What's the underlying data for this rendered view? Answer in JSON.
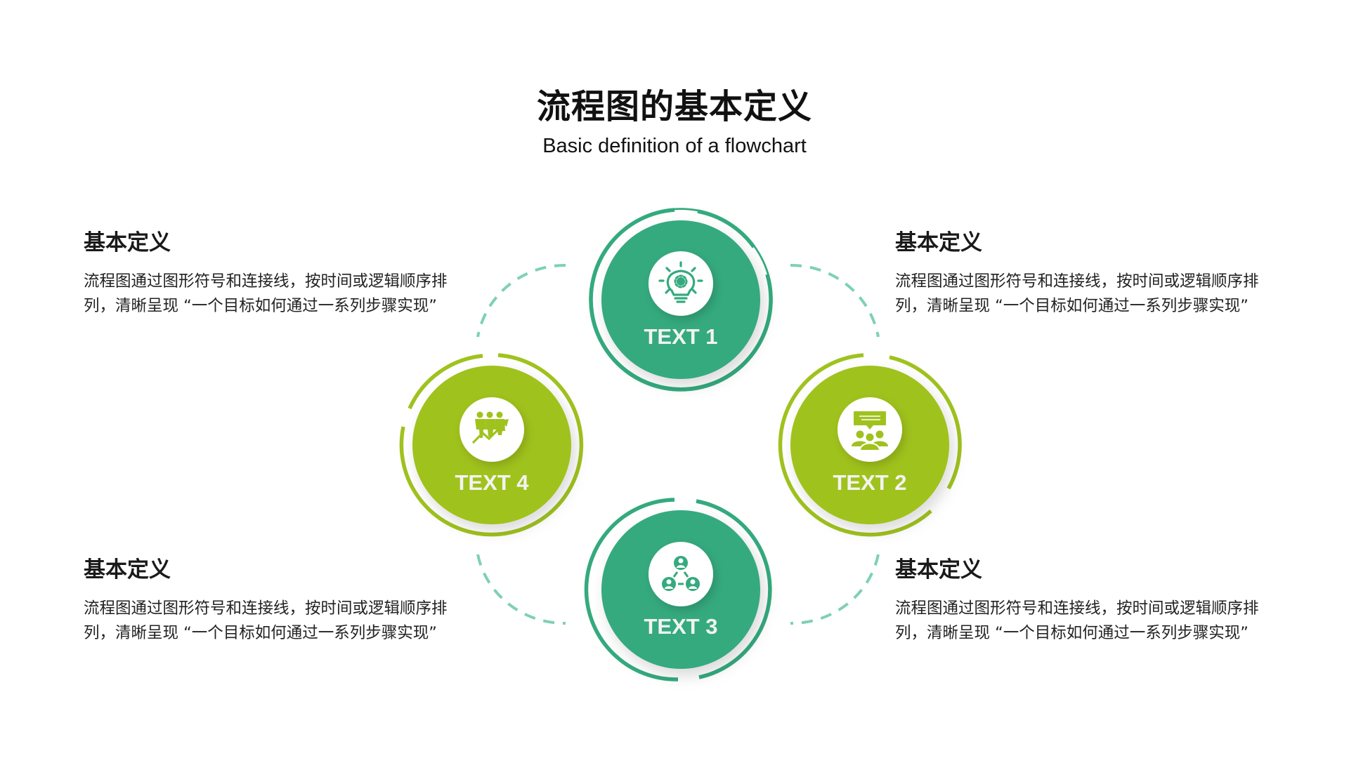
{
  "header": {
    "title": "流程图的基本定义",
    "subtitle": "Basic definition of a flowchart"
  },
  "colors": {
    "green": "#34AA7E",
    "lime": "#A0C21E",
    "dashed_connector": "#7FD0B4",
    "text": "#111111",
    "background": "#FFFFFF"
  },
  "nodes": [
    {
      "label": "TEXT 1",
      "icon": "lightbulb-gear-icon",
      "color": "green"
    },
    {
      "label": "TEXT 2",
      "icon": "presentation-audience-icon",
      "color": "lime"
    },
    {
      "label": "TEXT 3",
      "icon": "user-network-icon",
      "color": "green"
    },
    {
      "label": "TEXT 4",
      "icon": "team-growth-chart-icon",
      "color": "lime"
    }
  ],
  "blocks": [
    {
      "position": "top-left",
      "heading": "基本定义",
      "body": "流程图通过图形符号和连接线，按时间或逻辑顺序排列，清晰呈现 “一个目标如何通过一系列步骤实现”"
    },
    {
      "position": "top-right",
      "heading": "基本定义",
      "body": "流程图通过图形符号和连接线，按时间或逻辑顺序排列，清晰呈现 “一个目标如何通过一系列步骤实现”"
    },
    {
      "position": "bottom-left",
      "heading": "基本定义",
      "body": "流程图通过图形符号和连接线，按时间或逻辑顺序排列，清晰呈现 “一个目标如何通过一系列步骤实现”"
    },
    {
      "position": "bottom-right",
      "heading": "基本定义",
      "body": "流程图通过图形符号和连接线，按时间或逻辑顺序排列，清晰呈现 “一个目标如何通过一系列步骤实现”"
    }
  ]
}
